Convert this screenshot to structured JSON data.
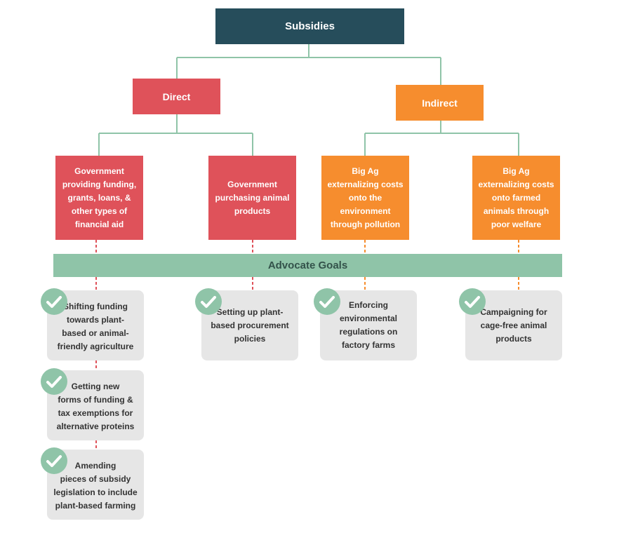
{
  "root": {
    "label": "Subsidies"
  },
  "categories": [
    {
      "label": "Direct",
      "color": "#df525a"
    },
    {
      "label": "Indirect",
      "color": "#f68d2e"
    }
  ],
  "leaves": [
    {
      "label": "Government\nproviding funding,\ngrants, loans, &\nother types of\nfinancial aid"
    },
    {
      "label": "Government\npurchasing animal\nproducts"
    },
    {
      "label": "Big Ag\nexternalizing costs\nonto the\nenvironment\nthrough pollution"
    },
    {
      "label": "Big Ag\nexternalizing costs\nonto farmed\nanimals through\npoor welfare"
    }
  ],
  "advocate_goals": {
    "label": "Advocate Goals",
    "goals": [
      {
        "label": "Shifting funding\ntowards plant-\nbased or animal-\nfriendly agriculture"
      },
      {
        "label": "Getting new\nforms of funding &\ntax exemptions for\nalternative proteins"
      },
      {
        "label": "Amending\npieces of subsidy\nlegislation to include\nplant-based farming"
      },
      {
        "label": "Setting up plant-\nbased procurement\npolicies"
      },
      {
        "label": "Enforcing\nenvironmental\nregulations on\nfactory farms"
      },
      {
        "label": "Campaigning for\ncage-free animal\nproducts"
      }
    ]
  },
  "colors": {
    "root": "#264d5b",
    "direct": "#df525a",
    "indirect": "#f68d2e",
    "connector": "#8fc4a8",
    "goal_bar": "#8fc4a8",
    "goal_box": "#e6e6e6",
    "check_badge": "#8fc4a8"
  },
  "icons": {
    "goal_marker": "checkmark-icon"
  }
}
